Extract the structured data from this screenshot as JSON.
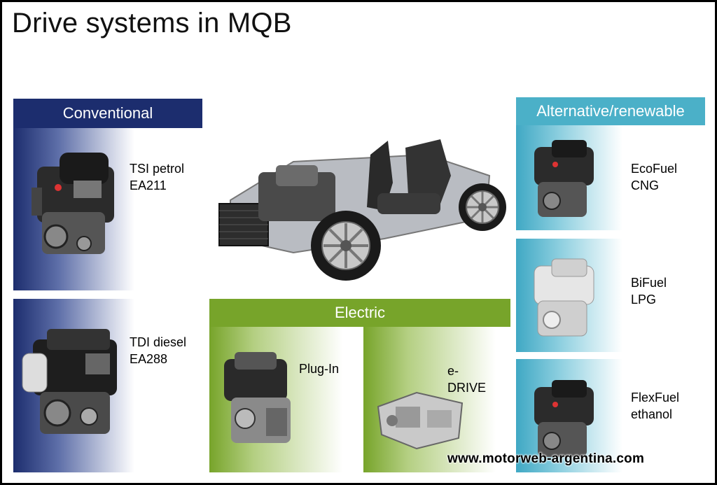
{
  "title": "Drive systems in MQB",
  "colors": {
    "conventional": "#1c2d6e",
    "electric": "#77a42a",
    "alternative": "#4bb0c8"
  },
  "sections": {
    "conventional": {
      "header": "Conventional",
      "items": [
        {
          "line1": "TSI petrol",
          "line2": "EA211",
          "icon": "petrol-engine-icon"
        },
        {
          "line1": "TDI diesel",
          "line2": "EA288",
          "icon": "diesel-engine-icon"
        }
      ]
    },
    "electric": {
      "header": "Electric",
      "items": [
        {
          "line1": "Plug-In",
          "icon": "plug-in-hybrid-engine-icon"
        },
        {
          "line1": "e-",
          "line2": "DRIVE",
          "icon": "electric-motor-icon"
        }
      ]
    },
    "alternative": {
      "header": "Alternative/renewable",
      "items": [
        {
          "line1": "EcoFuel",
          "line2": "CNG",
          "icon": "cng-engine-icon"
        },
        {
          "line1": "BiFuel",
          "line2": "LPG",
          "icon": "lpg-engine-icon"
        },
        {
          "line1": "FlexFuel",
          "line2": "ethanol",
          "icon": "flexfuel-engine-icon"
        }
      ]
    }
  },
  "center_image": "mqb-chassis-image",
  "watermark": "www.motorweb-argentina.com"
}
